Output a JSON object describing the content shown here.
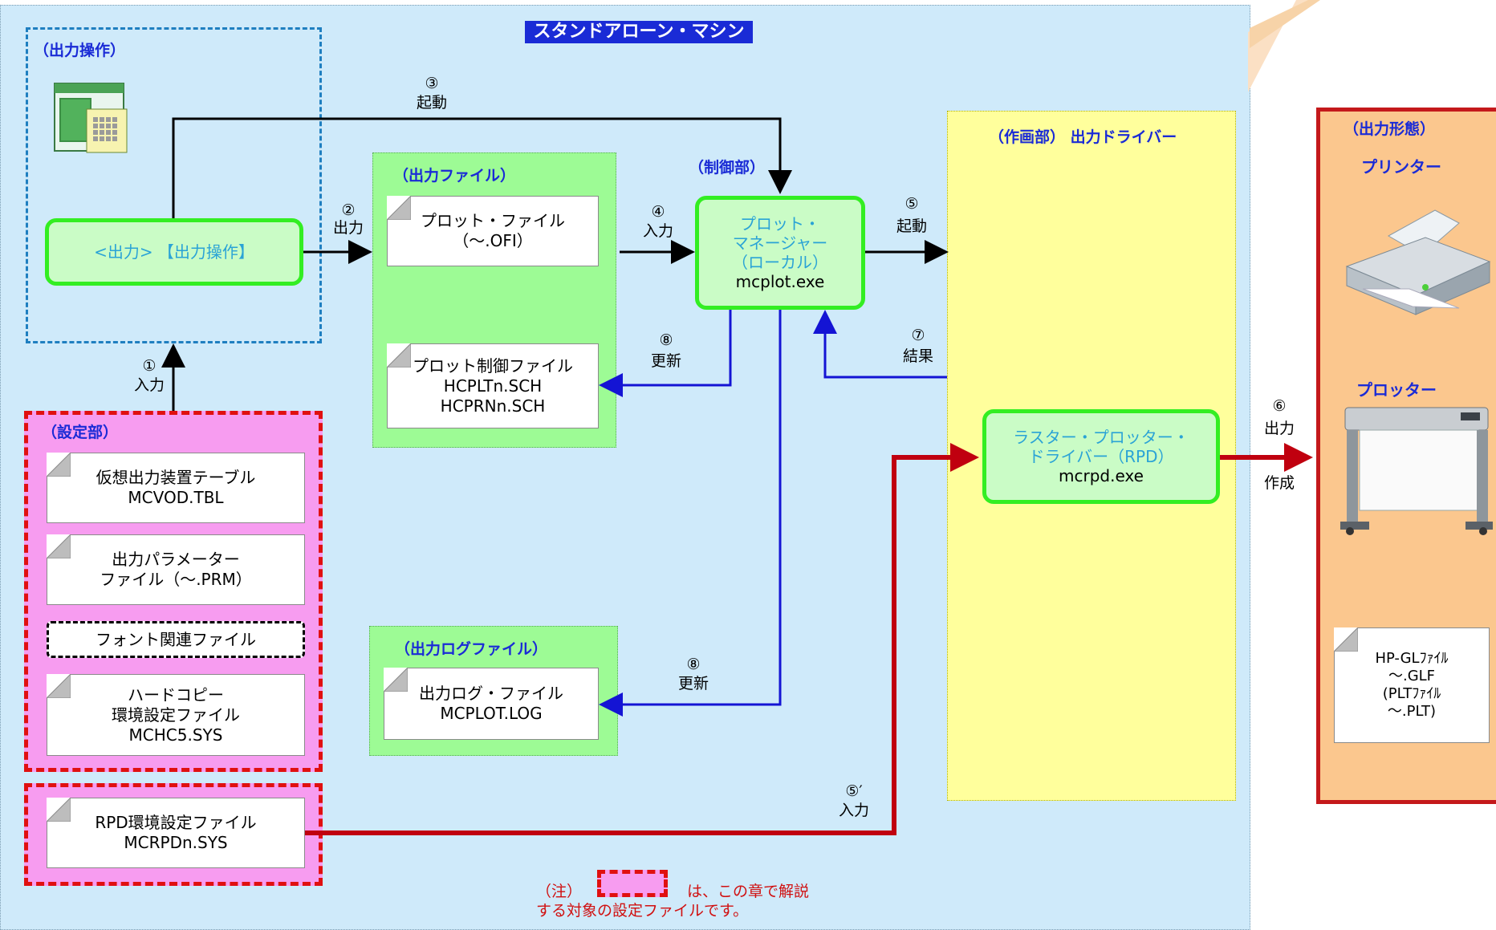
{
  "title": "スタンドアローン・マシン",
  "groups": {
    "output_operation": "（出力操作）",
    "output_file": "（出力ファイル）",
    "control": "（制御部）",
    "drawing": "（作画部） 出力ドライバー",
    "output_form": "（出力形態）",
    "settings": "（設定部）",
    "output_log": "（出力ログファイル）"
  },
  "process": {
    "output_op": "<出力> 【出力操作】",
    "plot_manager": {
      "l1": "プロット・",
      "l2": "マネージャー",
      "l3": "（ローカル）",
      "l4": "mcplot.exe"
    },
    "rpd": {
      "l1": "ラスター・プロッター・",
      "l2": "ドライバー（RPD）",
      "l3": "mcrpd.exe"
    }
  },
  "files": {
    "plot_file": {
      "l1": "プロット・ファイル",
      "l2": "（〜.OFI）"
    },
    "plot_ctrl": {
      "l1": "プロット制御ファイル",
      "l2": "HCPLTn.SCH",
      "l3": "HCPRNn.SCH"
    },
    "vod": {
      "l1": "仮想出力装置テーブル",
      "l2": "MCVOD.TBL"
    },
    "prm": {
      "l1": "出力パラメーター",
      "l2": "ファイル（〜.PRM）"
    },
    "font": "フォント関連ファイル",
    "hardcopy": {
      "l1": "ハードコピー",
      "l2": "環境設定ファイル",
      "l3": "MCHC5.SYS"
    },
    "rpd_env": {
      "l1": "RPD環境設定ファイル",
      "l2": "MCRPDn.SYS"
    },
    "log": {
      "l1": "出力ログ・ファイル",
      "l2": "MCPLOT.LOG"
    },
    "hpgl": {
      "l1": "HP-GLﾌｧｲﾙ",
      "l2": "〜.GLF",
      "l3": "(PLTﾌｧｲﾙ",
      "l4": "〜.PLT)"
    }
  },
  "steps": {
    "s1": {
      "num": "①",
      "label": "入力"
    },
    "s2": {
      "num": "②",
      "label": "出力"
    },
    "s3": {
      "num": "③",
      "label": "起動"
    },
    "s4": {
      "num": "④",
      "label": "入力"
    },
    "s5": {
      "num": "⑤",
      "label": "起動"
    },
    "s5p": {
      "num": "⑤′",
      "label": "入力"
    },
    "s6": {
      "num": "⑥",
      "label": "出力",
      "extra": "作成"
    },
    "s7": {
      "num": "⑦",
      "label": "結果"
    },
    "s8a": {
      "num": "⑧",
      "label": "更新"
    },
    "s8b": {
      "num": "⑧",
      "label": "更新"
    }
  },
  "outputs": {
    "printer": "プリンター",
    "plotter": "プロッター"
  },
  "note": {
    "prefix": "（注）",
    "suffix": "は、この章で解説",
    "line2": "する対象の設定ファイルです。"
  },
  "colors": {
    "blue_title": "#1a2bd6",
    "green_border": "#33ee22",
    "red_arrow": "#c0000f",
    "blue_arrow": "#1414d4"
  }
}
